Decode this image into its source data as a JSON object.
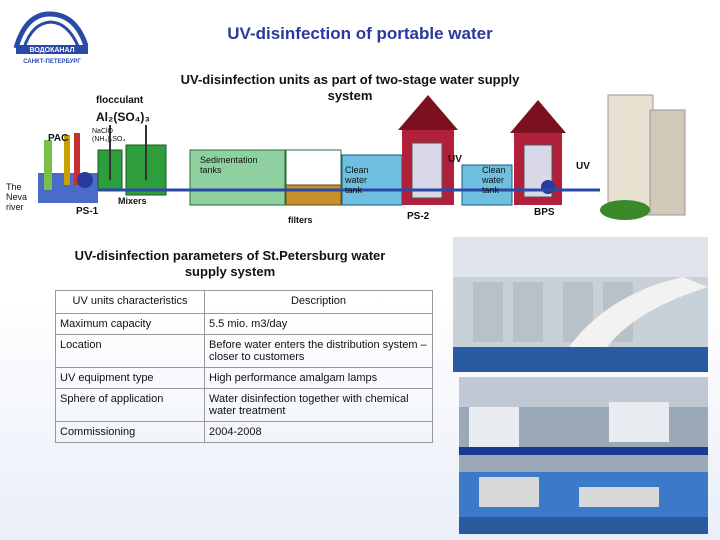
{
  "title": "UV-disinfection of portable water",
  "logo": {
    "text1": "ВОДОКАНАЛ",
    "text2": "САНКТ-ПЕТЕРБУРГ"
  },
  "diagram": {
    "subtitle": "UV-disinfection units as part of two-stage water supply system",
    "labels": {
      "flocculant": "flocculant",
      "alum": "Al₂(SO₄)₃",
      "pac": "PAC",
      "naclo": "NaClO (NH₄)₂SO₄",
      "neva": "The Neva river",
      "ps1": "PS-1",
      "mixers": "Mixers",
      "sedimentation": "Sedimentation tanks",
      "filters": "filters",
      "clean1": "Clean water tank",
      "uv1": "UV",
      "ps2": "PS-2",
      "clean2": "Clean water tank",
      "uv2": "UV",
      "bps": "BPS"
    },
    "colors": {
      "house": "#b0203a",
      "roof": "#7a1020",
      "tank": "#2e9e3c",
      "river": "#4a6cc8"
    }
  },
  "params": {
    "title": "UV-disinfection parameters of St.Petersburg water supply system",
    "headers": [
      "UV units characteristics",
      "Description"
    ],
    "rows": [
      [
        "Maximum capacity",
        "5.5 mio. m3/day"
      ],
      [
        "Location",
        "Before water enters the distribution system – closer to customers"
      ],
      [
        "UV equipment type",
        "High performance amalgam lamps"
      ],
      [
        "Sphere of application",
        "Water disinfection together with chemical water treatment"
      ],
      [
        "Commissioning",
        "2004-2008"
      ]
    ]
  }
}
